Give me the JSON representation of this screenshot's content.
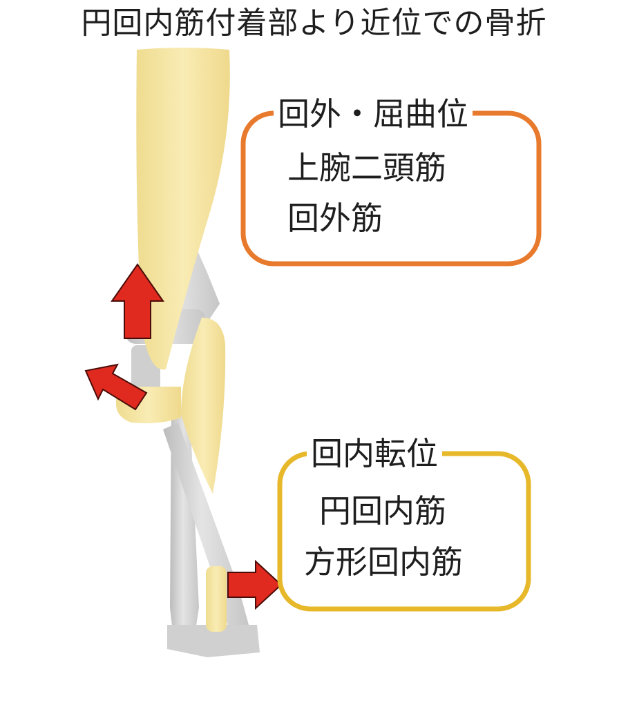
{
  "title": "円回内筋付着部より近位での骨折",
  "boxes": [
    {
      "heading": "回外・屈曲位",
      "lines": [
        "上腕二頭筋",
        "回外筋"
      ],
      "border_color": "#e87a2d"
    },
    {
      "heading": "回内転位",
      "lines": [
        "円回内筋",
        "方形回内筋"
      ],
      "border_color": "#e6b82a"
    }
  ],
  "colors": {
    "muscle": "#f6e7a6",
    "bone": "#d5d5d5",
    "arrow": "#e02a1f",
    "arrow_outline": "#4a0c08"
  },
  "icons": {
    "proximal_arrows": [
      "arrow-up-icon",
      "arrow-up-left-icon"
    ],
    "distal_arrow": "arrow-right-icon"
  }
}
